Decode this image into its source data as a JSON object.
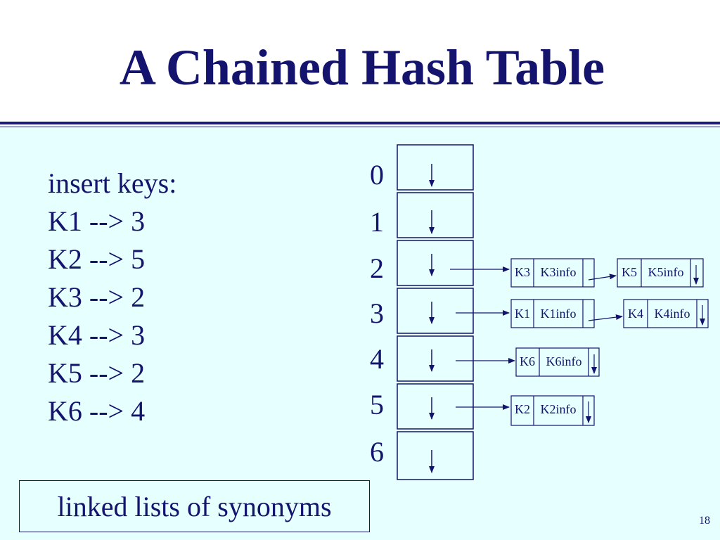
{
  "title": "A Chained Hash Table",
  "insert_keys": {
    "heading": "insert keys:",
    "lines": [
      "K1 --> 3",
      "K2 --> 5",
      "K3 --> 2",
      "K4 --> 3",
      "K5 --> 2",
      "K6 --> 4"
    ]
  },
  "table": {
    "indices": [
      "0",
      "1",
      "2",
      "3",
      "4",
      "5",
      "6"
    ]
  },
  "chains": [
    {
      "bucket": "2",
      "nodes": [
        {
          "key": "K3",
          "info": "K3info"
        },
        {
          "key": "K5",
          "info": "K5info"
        }
      ]
    },
    {
      "bucket": "3",
      "nodes": [
        {
          "key": "K1",
          "info": "K1info"
        },
        {
          "key": "K4",
          "info": "K4info"
        }
      ]
    },
    {
      "bucket": "4",
      "nodes": [
        {
          "key": "K6",
          "info": "K6info"
        }
      ]
    },
    {
      "bucket": "5",
      "nodes": [
        {
          "key": "K2",
          "info": "K2info"
        }
      ]
    }
  ],
  "caption": "linked lists of synonyms",
  "page_number": "18",
  "colors": {
    "text": "#14146e",
    "background": "#e6ffff",
    "title_background": "#ffffff"
  }
}
